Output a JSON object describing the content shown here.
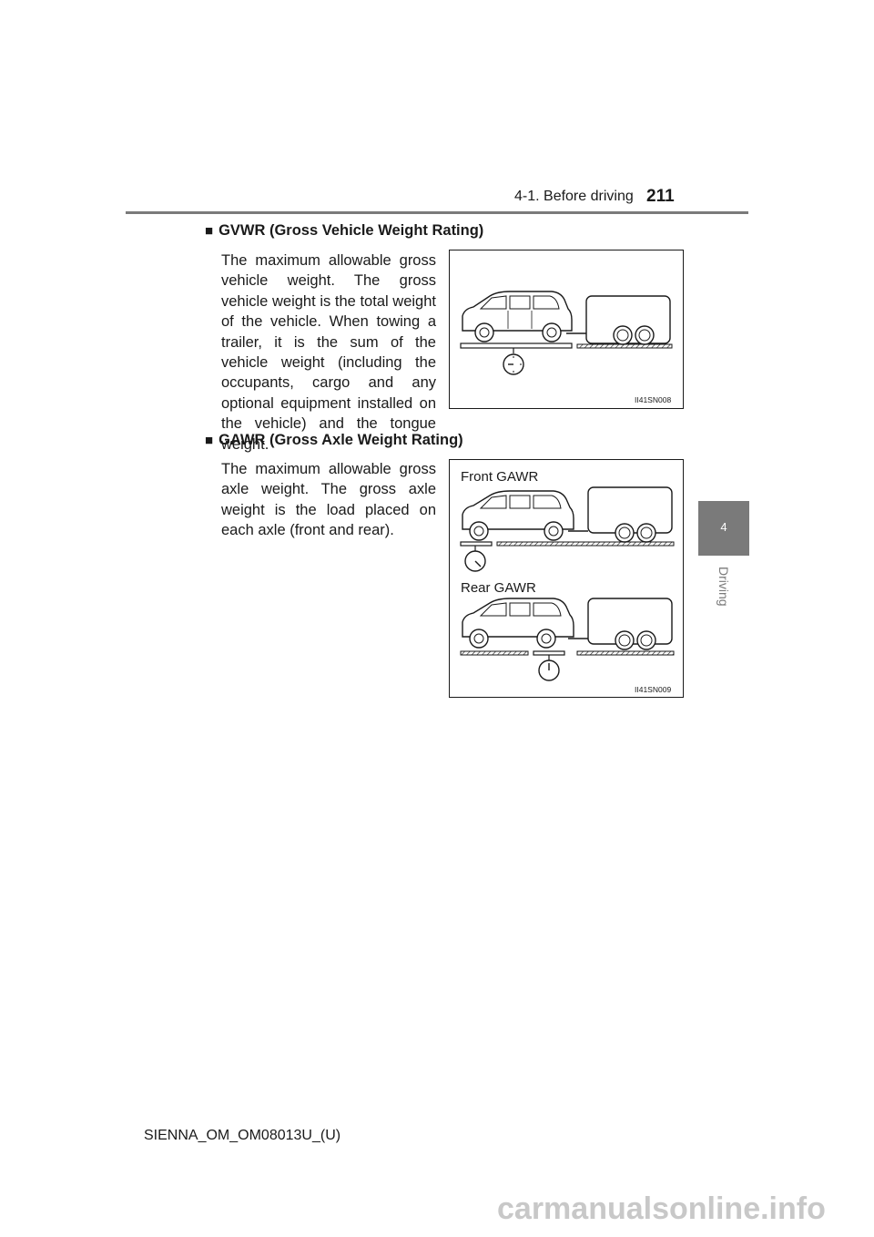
{
  "header": {
    "section": "4-1. Before driving",
    "page_number": "211"
  },
  "side_tab": {
    "chapter_number": "4",
    "chapter_title": "Driving"
  },
  "gvwr": {
    "heading": "GVWR (Gross Vehicle Weight Rating)",
    "body": "The maximum allowable gross vehicle weight. The gross vehicle weight is the total weight of the vehicle. When towing a trailer, it is the sum of the vehicle weight (including the occupants, cargo and any optional equipment installed on the vehicle) and the tongue weight.",
    "figure_code": "II41SN008"
  },
  "gawr": {
    "heading": "GAWR (Gross Axle Weight Rating)",
    "body": "The maximum allowable gross axle weight. The gross axle weight is the load placed on each axle (front and rear).",
    "front_label": "Front GAWR",
    "rear_label": "Rear GAWR",
    "figure_code": "II41SN009"
  },
  "bullet_glyph": "■",
  "footer": {
    "doc_id": "SIENNA_OM_OM08013U_(U)"
  },
  "watermark": {
    "text": "carmanualsonline.info"
  }
}
